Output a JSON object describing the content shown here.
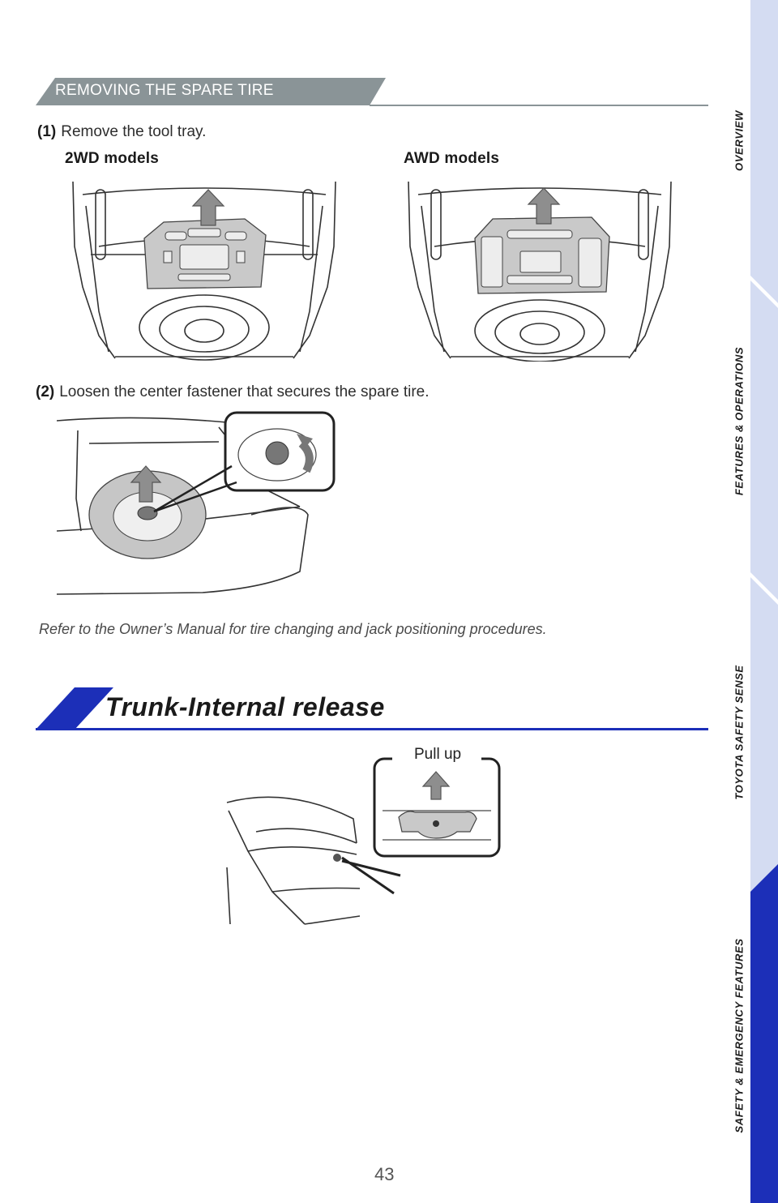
{
  "section": {
    "title": "REMOVING THE SPARE TIRE"
  },
  "steps": [
    {
      "num": "(1)",
      "text": "Remove the tool tray."
    },
    {
      "num": "(2)",
      "text": "Loosen the center fastener that secures the spare tire."
    }
  ],
  "models": {
    "left": "2WD models",
    "right": "AWD models"
  },
  "note": "Refer to the Owner’s Manual for tire changing and jack positioning procedures.",
  "trunk": {
    "title": "Trunk-Internal release",
    "callout": "Pull up"
  },
  "side_nav": [
    {
      "label": "OVERVIEW",
      "active": false
    },
    {
      "label": "FEATURES & OPERATIONS",
      "active": false
    },
    {
      "label": "TOYOTA SAFETY SENSE",
      "active": false
    },
    {
      "label": "SAFETY & EMERGENCY FEATURES",
      "active": true
    }
  ],
  "page_number": "43",
  "colors": {
    "gray_tab": "#8a9497",
    "accent_blue": "#1c2fb8",
    "nav_light": "#d4dcf2"
  }
}
